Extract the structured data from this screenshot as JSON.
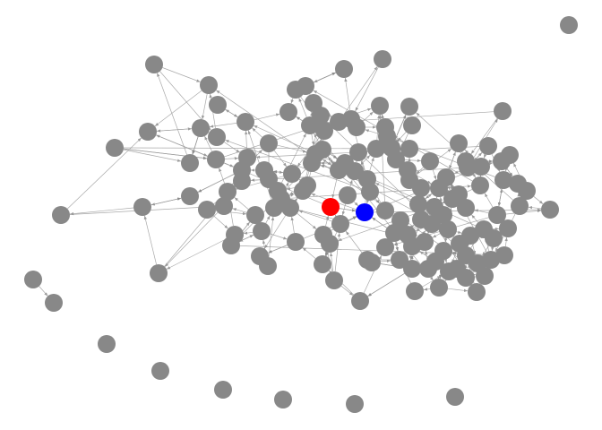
{
  "graph": {
    "type": "network",
    "directed": true,
    "node_count": 150,
    "edge_count": 330,
    "colors": {
      "background": "#ffffff",
      "default_node": "#888888",
      "edge": "#9a9a9a",
      "highlight_red": "#ff0000",
      "highlight_blue": "#0000ff"
    },
    "highlighted_nodes": [
      {
        "id": 0,
        "color": "highlight_red"
      },
      {
        "id": 1,
        "color": "highlight_blue"
      }
    ]
  }
}
